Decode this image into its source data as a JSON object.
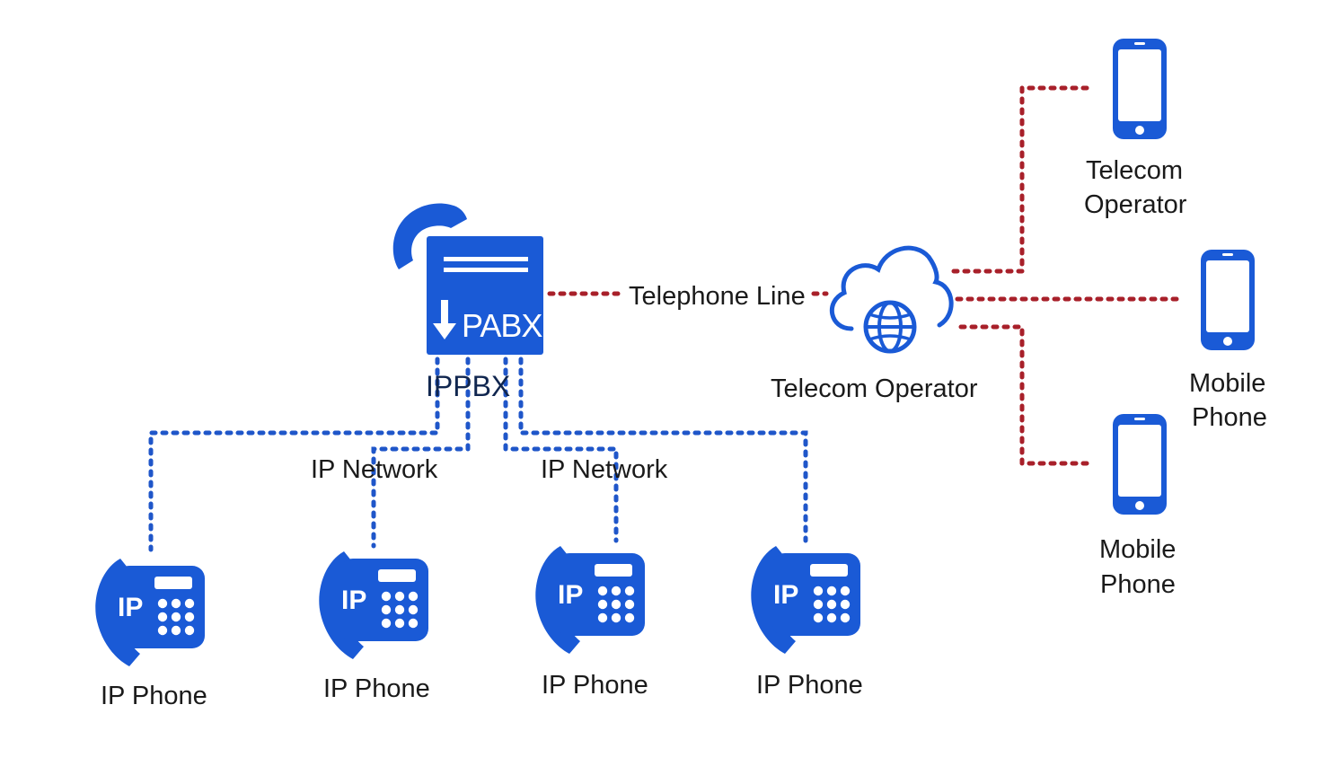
{
  "colors": {
    "device_blue": "#1a5ad6",
    "network_link": "#1f56c9",
    "telecom_link": "#a8202a",
    "label_text": "#1a1a1a"
  },
  "pabx": {
    "box_text": "PABX",
    "label": "IPPBX",
    "icons": [
      "handset-icon",
      "down-arrow-icon"
    ]
  },
  "links": {
    "telephone_line": "Telephone Line",
    "ip_network_left": "IP Network",
    "ip_network_right": "IP Network"
  },
  "cloud": {
    "label": "Telecom Operator",
    "icons": [
      "cloud-icon",
      "globe-icon"
    ]
  },
  "ip_phones": [
    {
      "badge": "IP",
      "label": "IP Phone"
    },
    {
      "badge": "IP",
      "label": "IP Phone"
    },
    {
      "badge": "IP",
      "label": "IP Phone"
    },
    {
      "badge": "IP",
      "label": "IP Phone"
    }
  ],
  "mobiles": [
    {
      "label_line1": "Telecom",
      "label_line2": "Operator"
    },
    {
      "label_line1": "Mobile",
      "label_line2": "Phone"
    },
    {
      "label_line1": "Mobile",
      "label_line2": "Phone"
    }
  ]
}
